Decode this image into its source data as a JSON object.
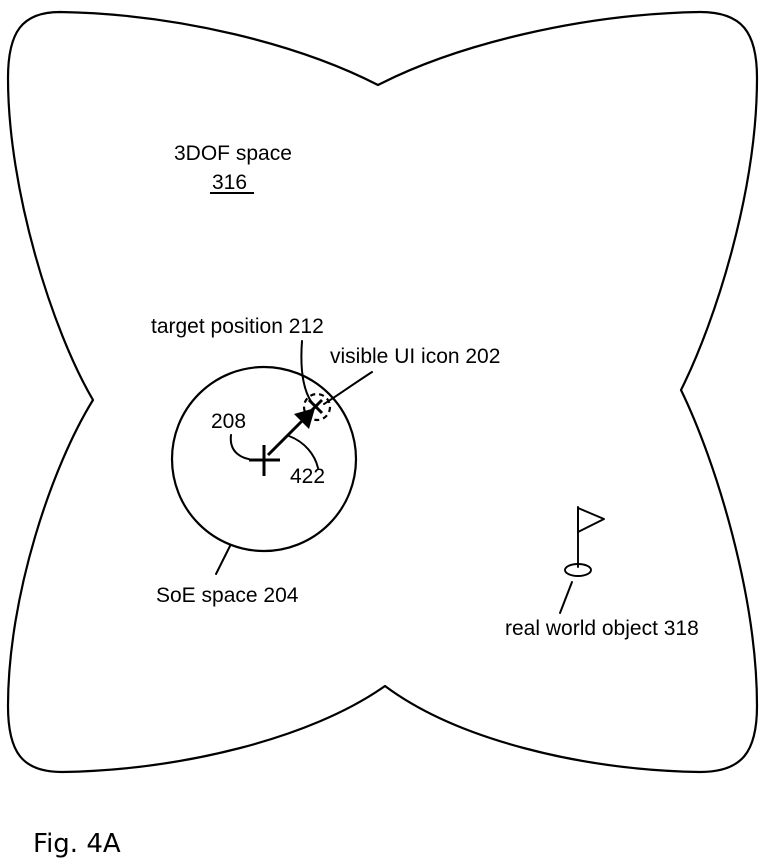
{
  "figure": {
    "caption": "Fig. 4A",
    "colors": {
      "ink": "#000000",
      "background": "#ffffff"
    },
    "outer_region": {
      "name": "3DOF space",
      "label_line_1": "3DOF space",
      "label_line_2": "316",
      "reference_numeral": "316",
      "shape": "four-pointed-star-blob"
    },
    "inner_region": {
      "name": "SoE space",
      "label": "SoE space 204",
      "reference_numeral": "204",
      "shape": "circle"
    },
    "annotations": {
      "target_position": {
        "label": "target position 212",
        "reference_numeral": "212"
      },
      "visible_ui_icon": {
        "label": "visible UI icon 202",
        "reference_numeral": "202"
      },
      "center_marker": {
        "label": "208",
        "reference_numeral": "208",
        "glyph": "plus-mark"
      },
      "movement_arrow": {
        "label": "422",
        "reference_numeral": "422",
        "glyph": "arrow"
      },
      "real_world_object": {
        "label": "real world object 318",
        "reference_numeral": "318",
        "glyph": "flag-marker"
      }
    }
  }
}
